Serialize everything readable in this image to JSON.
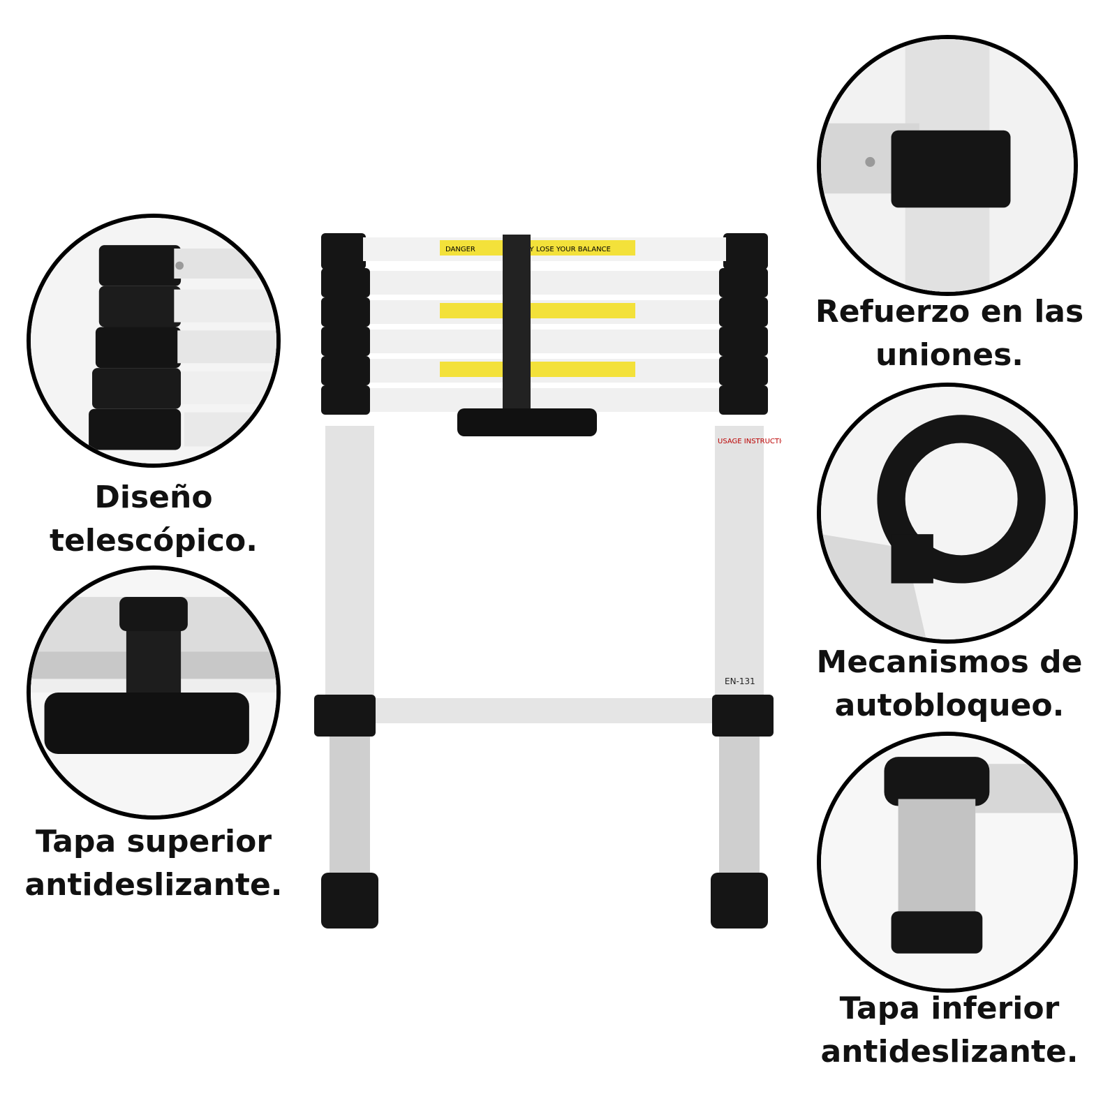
{
  "features": {
    "telescopic": {
      "line1": "Diseño",
      "line2": "telescópico."
    },
    "top_cap": {
      "line1": "Tapa superior",
      "line2": "antideslizante."
    },
    "joints": {
      "line1": "Refuerzo en las",
      "line2": "uniones."
    },
    "autolock": {
      "line1": "Mecanismos de",
      "line2": "autobloqueo."
    },
    "bottom_cap": {
      "line1": "Tapa inferior",
      "line2": "antideslizante."
    }
  },
  "ladder_labels": {
    "danger_word": "DANGER",
    "balance_warning": "YOU MAY LOSE YOUR BALANCE",
    "usage_label": "USAGE INSTRUCTIONS",
    "standard_label": "EN-131"
  },
  "colors": {
    "outline": "#000000",
    "aluminum": "#d9d9d9",
    "rubber": "#111111",
    "warning": "#f3e13a"
  }
}
